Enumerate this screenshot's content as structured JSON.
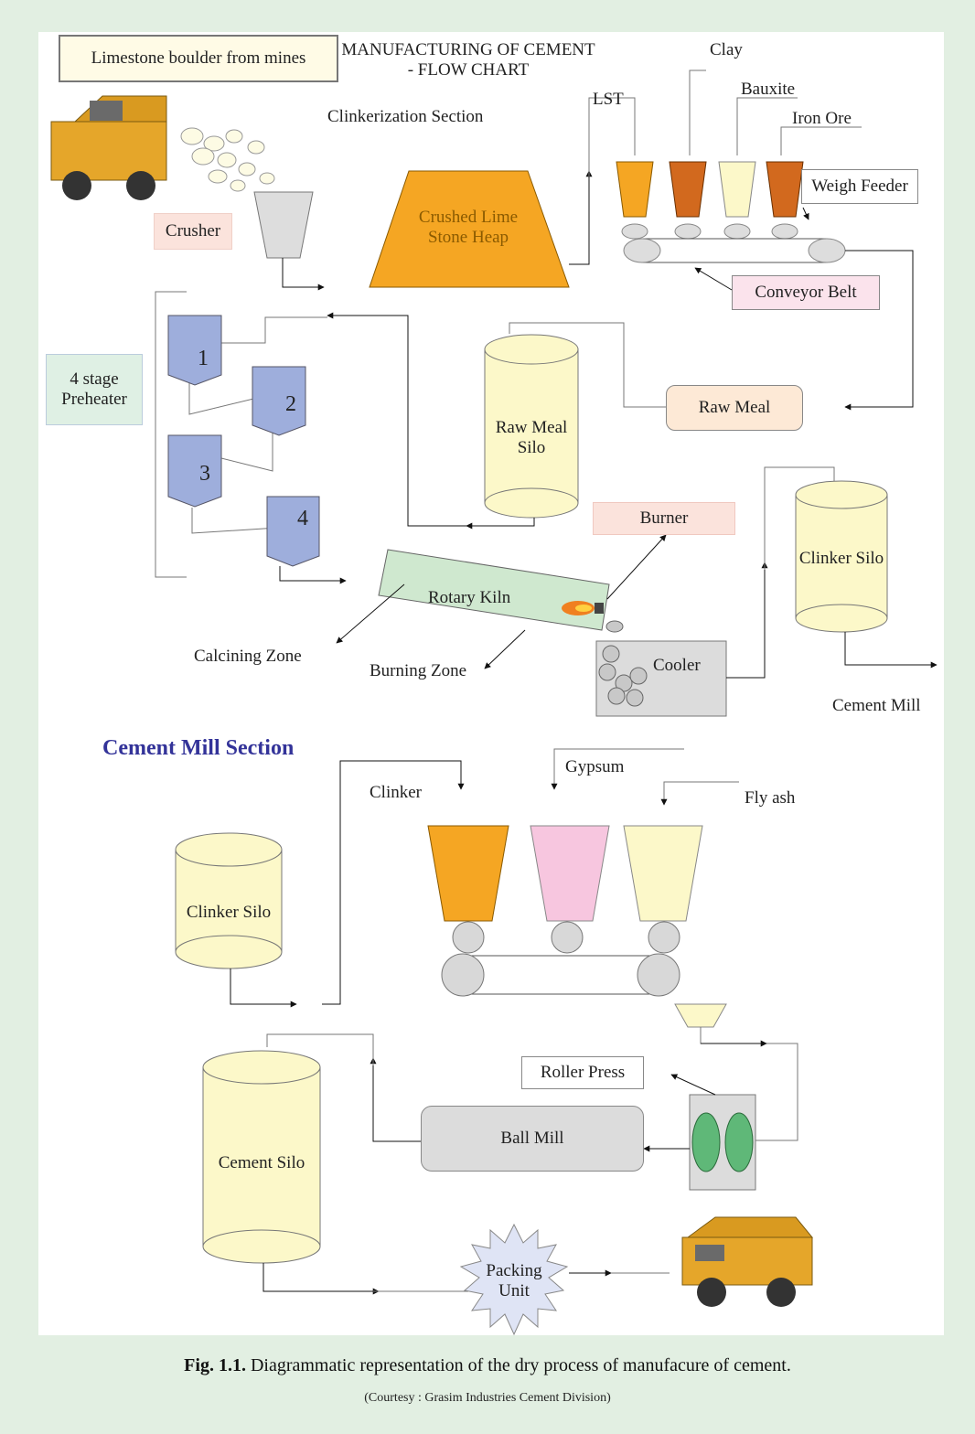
{
  "header": {
    "title_line1": "MANUFACTURING OF CEMENT",
    "title_line2": "- FLOW CHART",
    "limestone_source": "Limestone boulder from mines",
    "clinkerization_section": "Clinkerization Section"
  },
  "clinkerization": {
    "crusher": "Crusher",
    "heap": "Crushed Lime Stone Heap",
    "raw_materials": [
      "LST",
      "Clay",
      "Bauxite",
      "Iron Ore"
    ],
    "weigh_feeder": "Weigh Feeder",
    "conveyor_belt": "Conveyor Belt",
    "preheater": "4 stage Preheater",
    "cyclones": [
      "1",
      "2",
      "3",
      "4"
    ],
    "raw_meal": "Raw Meal",
    "raw_meal_silo": "Raw Meal Silo",
    "burner": "Burner",
    "rotary_kiln": "Rotary Kiln",
    "calcining_zone": "Calcining Zone",
    "burning_zone": "Burning Zone",
    "cooler": "Cooler",
    "clinker_silo": "Clinker Silo",
    "cement_mill": "Cement Mill"
  },
  "cement_mill": {
    "section_title": "Cement Mill Section",
    "clinker": "Clinker",
    "gypsum": "Gypsum",
    "fly_ash": "Fly ash",
    "clinker_silo": "Clinker Silo",
    "cement_silo": "Cement Silo",
    "roller_press": "Roller Press",
    "ball_mill": "Ball Mill",
    "packing_unit": "Packing Unit"
  },
  "colors": {
    "background": "#e2efe2",
    "panel": "#ffffff",
    "orange": "#f5a623",
    "rust": "#d2691e",
    "cream": "#fcf8c9",
    "pink": "#f7c6df",
    "blue": "#9eaedc",
    "kiln_green": "#cfe8cf",
    "roller_green": "#5fb878",
    "section_title": "#333399"
  },
  "caption": {
    "label": "Fig. 1.1.",
    "text": " Diagrammatic representation of the dry process of manufacure of cement.",
    "courtesy": "(Courtesy : Grasim Industries Cement Division)"
  }
}
